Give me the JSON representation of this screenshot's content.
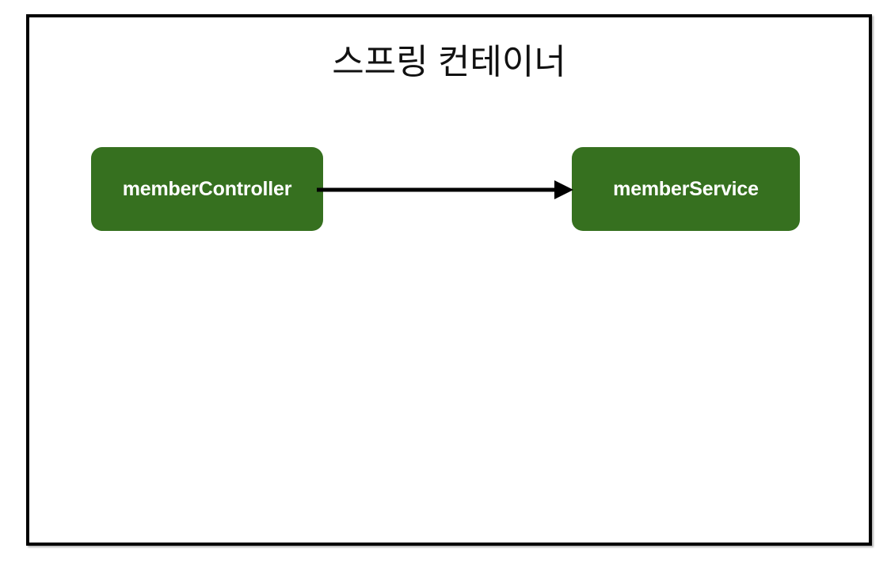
{
  "diagram": {
    "type": "dependency-diagram",
    "title": "스프링 컨테이너",
    "background_color": "#ffffff",
    "frame": {
      "border_color": "#000000",
      "fill_color": "#ffffff"
    },
    "nodes": [
      {
        "id": "memberController",
        "label": "memberController",
        "fill_color": "#36701F",
        "text_color": "#ffffff"
      },
      {
        "id": "memberService",
        "label": "memberService",
        "fill_color": "#36701F",
        "text_color": "#ffffff"
      }
    ],
    "edges": [
      {
        "id": "controller-to-service",
        "from": "memberController",
        "to": "memberService",
        "label": "",
        "color": "#000000",
        "arrowhead": "solid-triangle"
      }
    ]
  }
}
